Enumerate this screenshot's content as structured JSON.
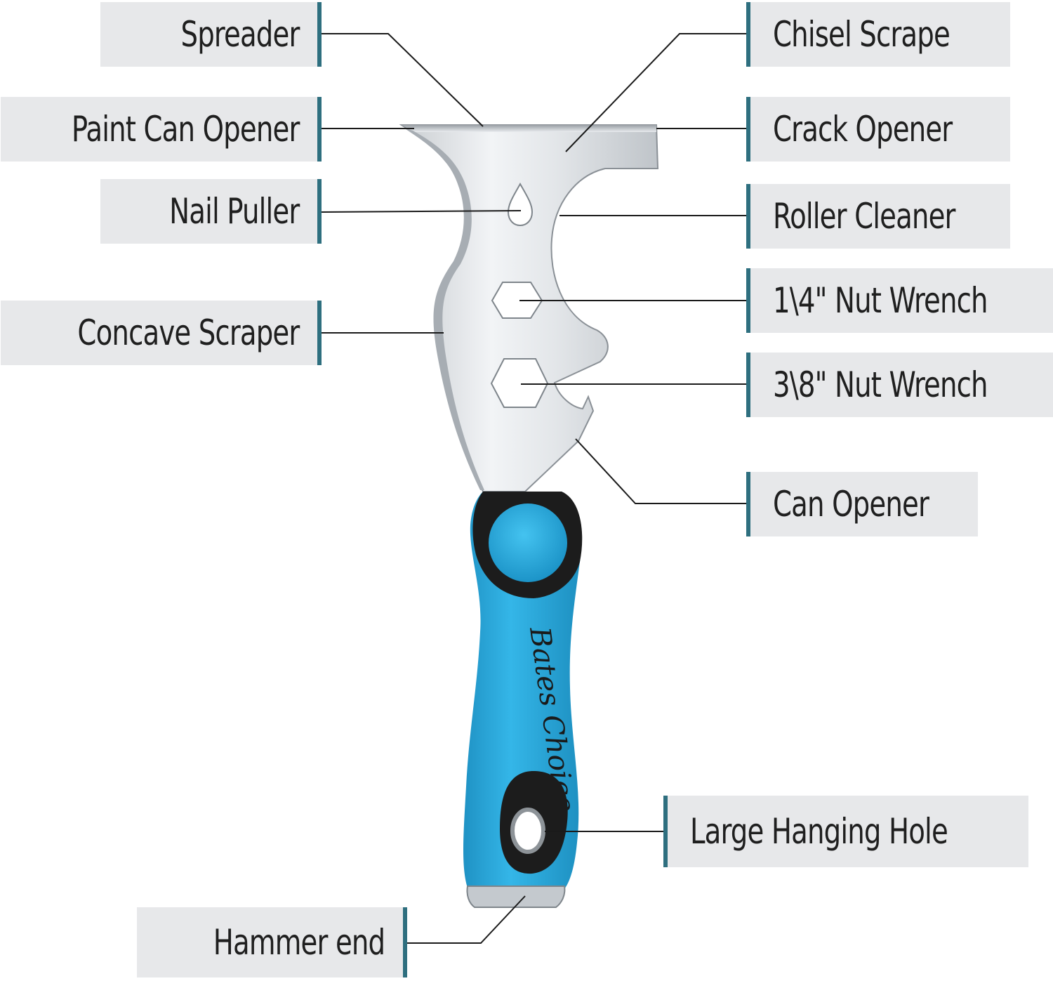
{
  "labels": {
    "spreader": "Spreader",
    "paint_can_opener": "Paint Can Opener",
    "nail_puller": "Nail Puller",
    "concave_scraper": "Concave Scraper",
    "hammer_end": "Hammer end",
    "chisel_scrape": "Chisel Scrape",
    "crack_opener": "Crack Opener",
    "roller_cleaner": "Roller Cleaner",
    "nut_wrench_quarter": "1\\4\" Nut Wrench",
    "nut_wrench_three_eighths": "3\\8\" Nut Wrench",
    "can_opener": "Can Opener",
    "large_hanging_hole": "Large Hanging Hole"
  },
  "handle_brand": "Bates Choice",
  "colors": {
    "label_background": "#e7e8ea",
    "label_border": "#2e6f7f",
    "label_text": "#1f1f1f",
    "leader_line": "#1a1a1a",
    "handle_blue": "#27a8dc",
    "handle_black": "#1c1c1c",
    "blade_steel": "#d4d8dc"
  }
}
